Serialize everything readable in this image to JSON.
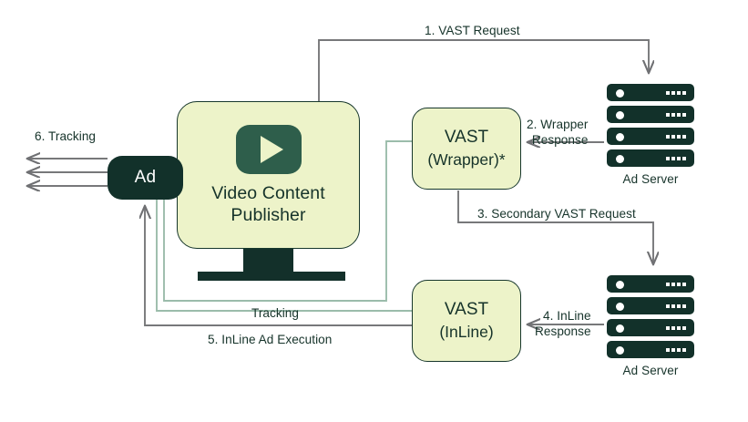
{
  "diagram": {
    "title": "VAST Wrapper and InLine Ad Serving Flow",
    "colors": {
      "box_fill": "#edf3c9",
      "box_stroke": "#17372c",
      "dark_node": "#12312a",
      "wire_gray": "#77787a",
      "wire_green": "#9bbcab",
      "text": "#16332a",
      "play_icon": "#2e5e4b"
    }
  },
  "nodes": {
    "ad": {
      "label": "Ad"
    },
    "publisher": {
      "line1": "Video Content",
      "line2": "Publisher",
      "icon": "play-icon"
    },
    "vast_wrapper": {
      "line1": "VAST",
      "line2": "(Wrapper)*"
    },
    "vast_inline": {
      "line1": "VAST",
      "line2": "(InLine)"
    },
    "ad_server_top": {
      "caption": "Ad Server",
      "units": 4
    },
    "ad_server_bottom": {
      "caption": "Ad Server",
      "units": 4
    }
  },
  "flows": {
    "step1": "1. VAST Request",
    "step2_line1": "2. Wrapper",
    "step2_line2": "Response",
    "step3": "3. Secondary VAST Request",
    "step4_line1": "4. InLine",
    "step4_line2": "Response",
    "step5": "5. InLine Ad Execution",
    "step6": "6. Tracking",
    "tracking": "Tracking"
  }
}
